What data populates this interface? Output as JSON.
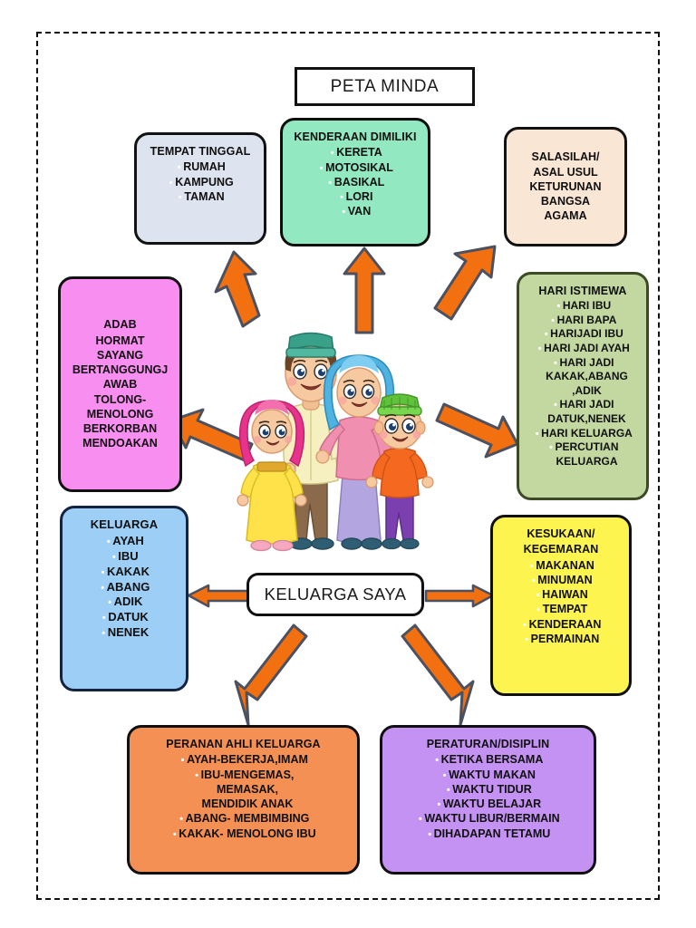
{
  "page": {
    "title_plate": "PETA MINDA",
    "center_plate": "KELUARGA SAYA",
    "frame_style": "dashed-black-border"
  },
  "colors": {
    "arrow": "#f2700f",
    "arrow_outline": "#4b5160",
    "border_default": "#111111",
    "tempat_tinggal_bg": "#dde3ef",
    "kenderaan_bg": "#92e8c0",
    "salasilah_bg": "#fae6d4",
    "hari_istimewa_bg": "#c3d8a0",
    "adab_bg": "#f88ef0",
    "keluarga_bg": "#9ccef6",
    "kesukaan_bg": "#fdf44f",
    "peranan_bg": "#f59055",
    "peraturan_bg": "#c392f2"
  },
  "nodes": {
    "tempat_tinggal": {
      "heading": "TEMPAT TINGGAL",
      "items": [
        "RUMAH",
        "KAMPUNG",
        "TAMAN"
      ]
    },
    "kenderaan": {
      "heading": "KENDERAAN DIMILIKI",
      "items": [
        "KERETA",
        "MOTOSIKAL",
        "BASIKAL",
        "LORI",
        "VAN"
      ]
    },
    "salasilah": {
      "lines": [
        "SALASILAH/",
        "ASAL USUL",
        "KETURUNAN",
        "BANGSA",
        "AGAMA"
      ]
    },
    "hari_istimewa": {
      "heading": "HARI ISTIMEWA",
      "items": [
        "HARI IBU",
        "HARI BAPA",
        "HARIJADI IBU",
        "HARI JADI AYAH",
        "HARI JADI",
        "KAKAK,ABANG",
        ",ADIK",
        "HARI JADI",
        "DATUK,NENEK",
        "HARI KELUARGA",
        "PERCUTIAN",
        "KELUARGA"
      ],
      "bulleted": [
        true,
        true,
        true,
        true,
        true,
        false,
        false,
        true,
        false,
        true,
        true,
        false
      ]
    },
    "adab": {
      "lines": [
        "ADAB",
        "HORMAT",
        "SAYANG",
        "BERTANGGUNGJ",
        "AWAB",
        "TOLONG-",
        "MENOLONG",
        "BERKORBAN",
        "MENDOAKAN"
      ]
    },
    "keluarga": {
      "heading": "KELUARGA",
      "items": [
        "AYAH",
        "IBU",
        "KAKAK",
        "ABANG",
        "ADIK",
        "DATUK",
        "NENEK"
      ]
    },
    "kesukaan": {
      "heading_lines": [
        "KESUKAAN/",
        "KEGEMARAN"
      ],
      "items": [
        "MAKANAN",
        "MINUMAN",
        "HAIWAN",
        "TEMPAT",
        "KENDERAAN",
        "PERMAINAN"
      ]
    },
    "peranan": {
      "heading": "PERANAN AHLI KELUARGA",
      "items": [
        "AYAH-BEKERJA,IMAM",
        "IBU-MENGEMAS,",
        "MEMASAK,",
        "MENDIDIK ANAK",
        "ABANG- MEMBIMBING",
        "KAKAK- MENOLONG IBU"
      ],
      "bulleted": [
        true,
        true,
        false,
        false,
        true,
        true
      ]
    },
    "peraturan": {
      "heading": "PERATURAN/DISIPLIN",
      "items": [
        "KETIKA BERSAMA",
        "WAKTU MAKAN",
        "WAKTU TIDUR",
        "WAKTU BELAJAR",
        "WAKTU LIBUR/BERMAIN",
        "DIHADAPAN TETAMU"
      ]
    }
  },
  "illustration": {
    "name": "muslim-family-of-four",
    "figures": [
      "father",
      "mother",
      "daughter",
      "son"
    ]
  }
}
